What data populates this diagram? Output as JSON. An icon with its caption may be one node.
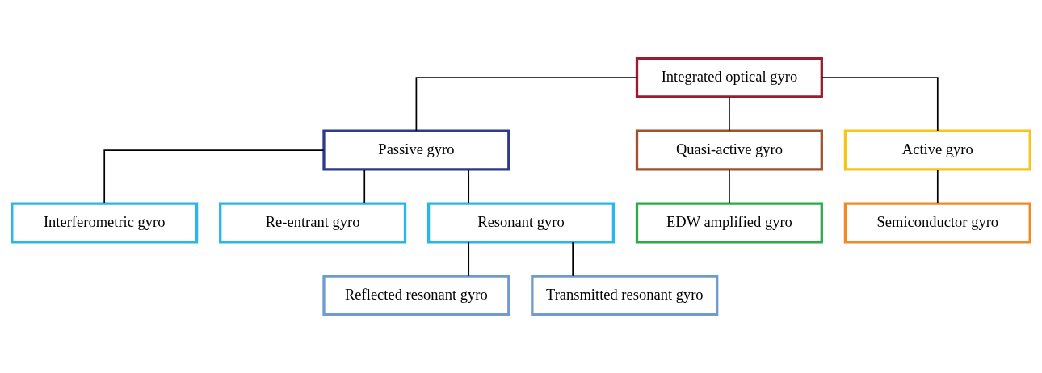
{
  "diagram": {
    "nodes": [
      {
        "text": [
          "Integrated optical gyro"
        ]
      },
      {
        "text": [
          "Passive gyro"
        ]
      },
      {
        "text": [
          "Quasi-active gyro"
        ]
      },
      {
        "text": [
          "Active gyro"
        ]
      },
      {
        "text": [
          "Interferometric gyro"
        ]
      },
      {
        "text": [
          "Re-entrant gyro"
        ]
      },
      {
        "text": [
          "Resonant gyro"
        ]
      },
      {
        "text": [
          "EDW amplified gyro"
        ]
      },
      {
        "text": [
          "Semiconductor gyro"
        ]
      },
      {
        "text": [
          "Reflected resonant gyro"
        ]
      },
      {
        "text": [
          "Transmitted resonant gyro"
        ]
      }
    ],
    "edges": [
      {
        "from": 0,
        "to": 1,
        "arrow": "none"
      },
      {
        "from": 0,
        "to": 2,
        "arrow": "none"
      },
      {
        "from": 0,
        "to": 3,
        "arrow": "none"
      },
      {
        "from": 1,
        "to": 4,
        "arrow": "none"
      },
      {
        "from": 1,
        "to": 5,
        "arrow": "none"
      },
      {
        "from": 1,
        "to": 6,
        "arrow": "none"
      },
      {
        "from": 2,
        "to": 7,
        "arrow": "none"
      },
      {
        "from": 3,
        "to": 8,
        "arrow": "none"
      },
      {
        "from": 6,
        "to": 9,
        "arrow": "none"
      },
      {
        "from": 6,
        "to": 10,
        "arrow": "none"
      }
    ]
  }
}
